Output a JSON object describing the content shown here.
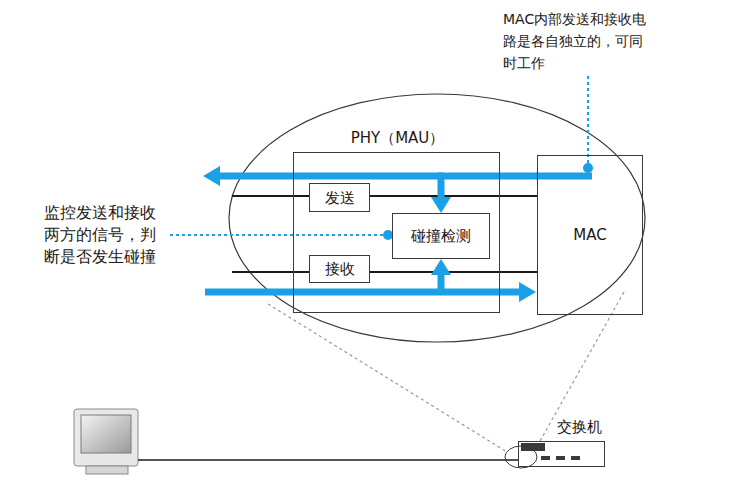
{
  "diagram": {
    "nodes": [
      {
        "text": [
          "PHY（MAU）"
        ]
      },
      {
        "text": [
          "发送"
        ],
        "in": 0
      },
      {
        "text": [
          "碰撞检测"
        ],
        "in": 0
      },
      {
        "text": [
          "接收"
        ],
        "in": 0
      },
      {
        "text": [
          "MAC"
        ]
      },
      {
        "text": [
          "交换机"
        ]
      }
    ],
    "edges": [
      {
        "from": 4,
        "to": 2,
        "arrow": "to"
      }
    ],
    "labels": [
      "MAC内部发送和接收电路是各自独立的，可同时工作",
      "监控发送和接收两方的信号，判断是否发生碰撞"
    ]
  }
}
